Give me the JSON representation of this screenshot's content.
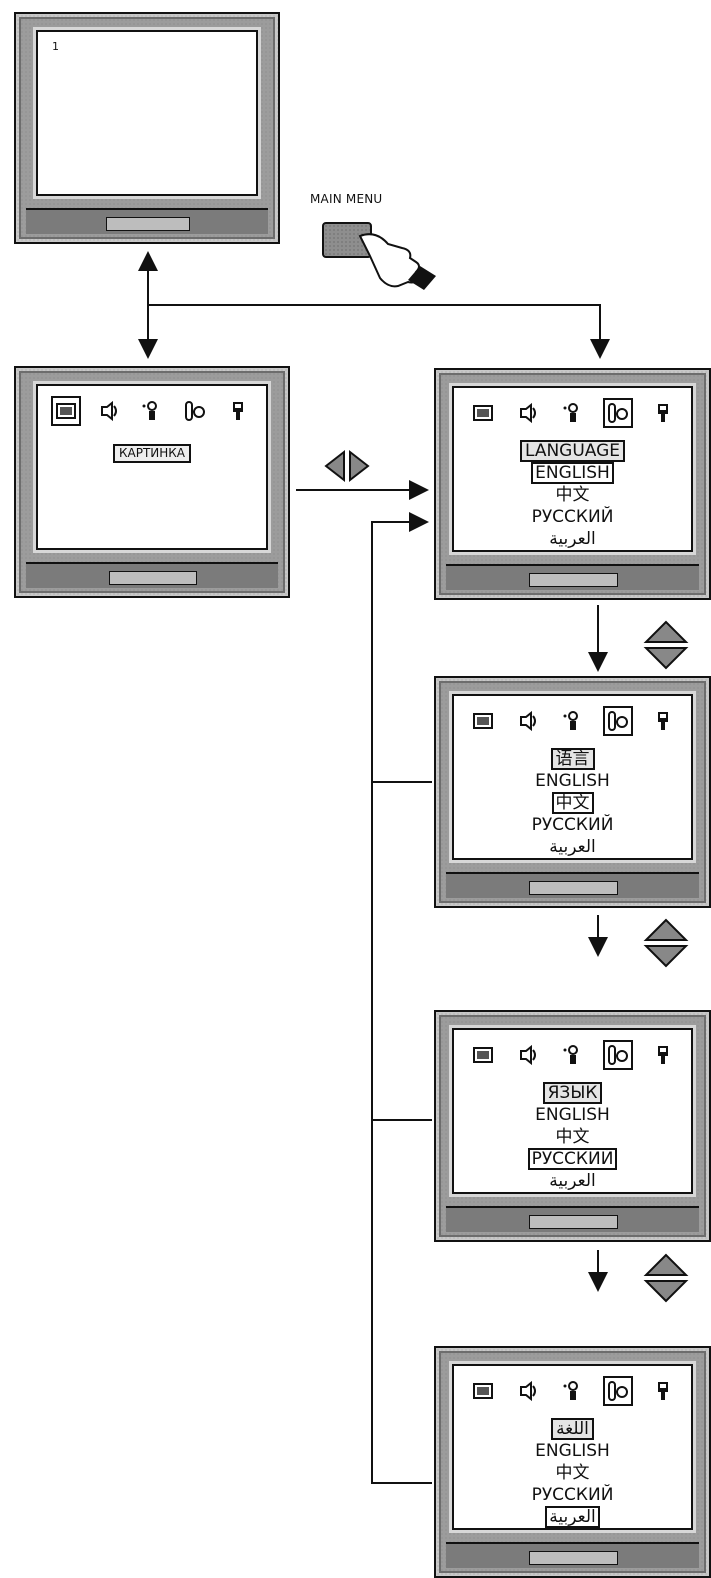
{
  "top_tv": {
    "channel": "1"
  },
  "main_menu_button": {
    "label": "MAIN MENU"
  },
  "picture_menu": {
    "title": "КАРТИНКА"
  },
  "language_menus": [
    {
      "items": [
        "LANGUAGE",
        "ENGLISH",
        "中文",
        "РУССКИЙ",
        "العربية"
      ],
      "title_index": 0,
      "selected_index": 1
    },
    {
      "items": [
        "语言",
        "ENGLISH",
        "中文",
        "РУССКИЙ",
        "العربية"
      ],
      "title_index": 0,
      "selected_index": 2
    },
    {
      "items": [
        "ЯЗЫК",
        "ENGLISH",
        "中文",
        "РУССКИЙ",
        "العربية"
      ],
      "title_index": 0,
      "selected_index": 3
    },
    {
      "items": [
        "اللغة",
        "ENGLISH",
        "中文",
        "РУССКИЙ",
        "العربية"
      ],
      "title_index": 0,
      "selected_index": 4
    }
  ],
  "icons": [
    "picture-icon",
    "sound-icon",
    "function-icon",
    "language-icon",
    "setup-icon"
  ],
  "colors": {
    "line": "#111111",
    "tv_body": "#9c9c9c",
    "screen": "#ffffff"
  }
}
